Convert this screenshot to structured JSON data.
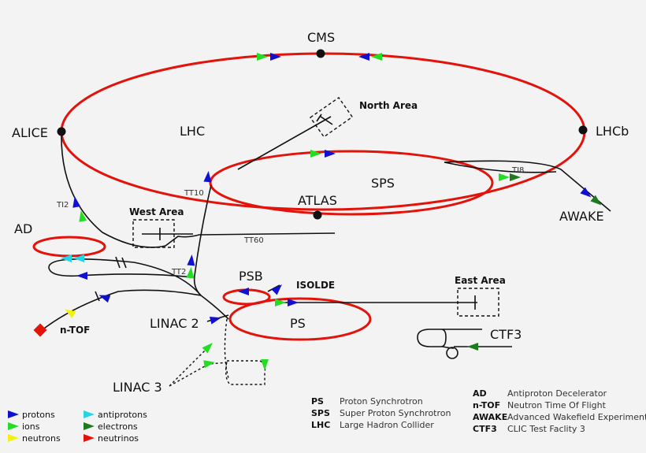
{
  "colors": {
    "ring": "#e3120b",
    "protons": "#1010d0",
    "ions": "#22dd22",
    "neutrons": "#f2f20a",
    "antiprotons": "#22d6e6",
    "electrons": "#1f7a1f",
    "neutrinos": "#e3120b",
    "line": "#111111"
  },
  "labels": {
    "cms": "CMS",
    "alice": "ALICE",
    "lhcb": "LHCb",
    "atlas": "ATLAS",
    "lhc": "LHC",
    "sps": "SPS",
    "north_area": "North Area",
    "west_area": "West Area",
    "east_area": "East Area",
    "ad": "AD",
    "awake": "AWAKE",
    "psb": "PSB",
    "isolde": "ISOLDE",
    "ps": "PS",
    "linac2": "LINAC 2",
    "linac3": "LINAC 3",
    "ntof": "n-TOF",
    "ctf3": "CTF3",
    "tt10": "TT10",
    "tt60": "TT60",
    "tt2": "TT2",
    "ti2": "TI2",
    "ti8": "TI8"
  },
  "particle_legend": [
    {
      "name": "protons",
      "color_key": "protons"
    },
    {
      "name": "ions",
      "color_key": "ions"
    },
    {
      "name": "neutrons",
      "color_key": "neutrons"
    },
    {
      "name": "antiprotons",
      "color_key": "antiprotons"
    },
    {
      "name": "electrons",
      "color_key": "electrons"
    },
    {
      "name": "neutrinos",
      "color_key": "neutrinos"
    }
  ],
  "abbreviations_left": [
    {
      "abbr": "PS",
      "full": "Proton Synchrotron"
    },
    {
      "abbr": "SPS",
      "full": "Super Proton Synchrotron"
    },
    {
      "abbr": "LHC",
      "full": "Large Hadron Collider"
    }
  ],
  "abbreviations_right": [
    {
      "abbr": "AD",
      "full": "Antiproton Decelerator"
    },
    {
      "abbr": "n-TOF",
      "full": "Neutron Time Of Flight"
    },
    {
      "abbr": "AWAKE",
      "full": "Advanced Wakefield Experiment"
    },
    {
      "abbr": "CTF3",
      "full": "CLIC Test Faclity 3"
    }
  ]
}
